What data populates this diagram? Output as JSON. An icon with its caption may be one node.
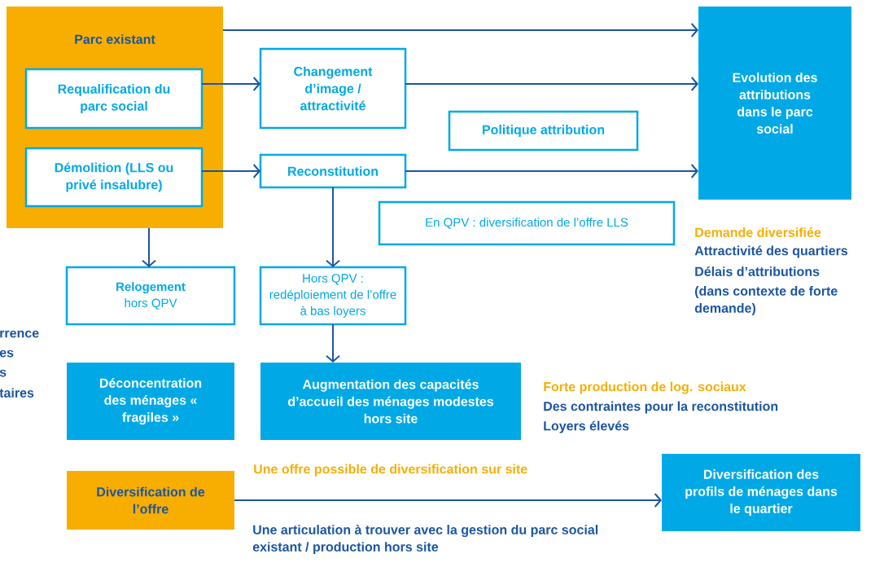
{
  "diagram": {
    "nodes": [
      {
        "text": [
          "Parc existant"
        ]
      },
      {
        "text": [
          "Requalification du parc social"
        ],
        "in": 0
      },
      {
        "text": [
          "Démolition (LLS ou privé insalubre)"
        ],
        "in": 0
      },
      {
        "text": [
          "Changement d’image / attractivité"
        ]
      },
      {
        "text": [
          "Reconstitution"
        ]
      },
      {
        "text": [
          "Evolution des attributions dans le parc social"
        ]
      },
      {
        "text": [
          "Politique attribution"
        ]
      },
      {
        "text": [
          "En QPV : diversification de l’offre LLS"
        ]
      },
      {
        "text": [
          "Relogement",
          "hors QPV"
        ]
      },
      {
        "text": [
          "Hors QPV : redéploiement de l’offre à bas loyers"
        ]
      },
      {
        "text": [
          "Déconcentration des ménages « fragiles »"
        ]
      },
      {
        "text": [
          "Augmentation des capacités d’accueil des ménages modestes hors site"
        ]
      },
      {
        "text": [
          "Diversification de l’offre"
        ]
      },
      {
        "text": [
          "Diversification des profils de ménages dans le quartier"
        ]
      }
    ],
    "edges": [
      {
        "from": 0,
        "to": 5,
        "arrow": "to"
      },
      {
        "from": 1,
        "to": 3,
        "arrow": "to"
      },
      {
        "from": 2,
        "to": 4,
        "arrow": "to"
      },
      {
        "from": 3,
        "to": 5,
        "arrow": "to"
      },
      {
        "from": 4,
        "to": 5,
        "arrow": "to"
      },
      {
        "from": 0,
        "to": 8,
        "arrow": "to"
      },
      {
        "from": 4,
        "to": 9,
        "arrow": "to"
      },
      {
        "from": 9,
        "to": 11,
        "arrow": "to"
      },
      {
        "from": 12,
        "to": 13,
        "arrow": "to",
        "label": "Une offre possible de diversification sur site"
      }
    ],
    "labels": [
      "rrence",
      "es",
      "s",
      "taires",
      "Demande diversifiée",
      "Attractivité des quartiers",
      "Délais d’attributions",
      "(dans contexte de forte demande)",
      "Forte production de log. sociaux",
      "Des contraintes pour la reconstitution",
      "Loyers élevés",
      "Une articulation à trouver avec la gestion du parc social existant / production hors site"
    ]
  }
}
